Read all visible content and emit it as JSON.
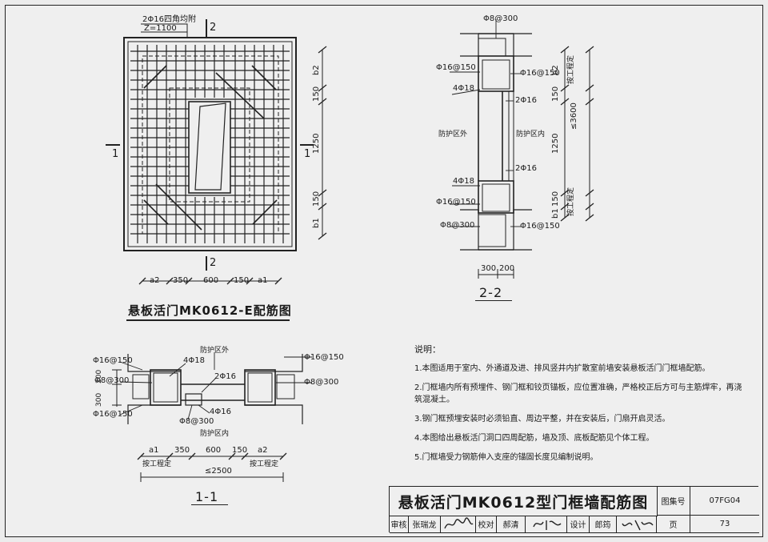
{
  "elevation": {
    "title": "悬板活门MK0612-E配筋图",
    "bar_note_1": "2Φ16四角均附",
    "bar_note_2": "Z=1100",
    "section_mark_2": "2",
    "section_mark_1": "1",
    "dims_right": [
      "b2",
      "150",
      "1250",
      "150",
      "b1"
    ],
    "dims_bottom": [
      "a2",
      "350",
      "600",
      "150",
      "a1"
    ]
  },
  "section_22": {
    "title": "2-2",
    "top_label": "Φ8@300",
    "labels_left": [
      "Φ16@150",
      "4Φ18",
      "4Φ18",
      "Φ16@150",
      "Φ8@300"
    ],
    "labels_right": [
      "Φ16@150",
      "2Φ16",
      "2Φ16",
      "Φ16@150"
    ],
    "zone_out": "防护区外",
    "zone_in": "防护区内",
    "dims_right": [
      "b2",
      "150",
      "1250",
      "150",
      "b1"
    ],
    "overall_dim": "≤3600",
    "site_note": "按工程定",
    "dims_bottom": [
      "300",
      "200"
    ]
  },
  "section_11": {
    "title": "1-1",
    "zone_out": "防护区外",
    "zone_in": "防护区内",
    "labels_left": [
      "Φ16@150",
      "Φ8@300",
      "Φ16@150"
    ],
    "labels_right": [
      "Φ16@150",
      "Φ8@300"
    ],
    "labels_mid": [
      "4Φ18",
      "2Φ16",
      "4Φ16",
      "Φ8@300"
    ],
    "dims_left_v": [
      "200",
      "300"
    ],
    "dims_bottom": [
      "a1",
      "350",
      "600",
      "150",
      "a2"
    ],
    "site_note_left": "按工程定",
    "site_note_right": "按工程定",
    "overall_dim": "≤2500"
  },
  "notes": {
    "title": "说明：",
    "items": [
      "1.本图适用于室内、外通道及进、排风竖井内扩散室前墙安装悬板活门门框墙配筋。",
      "2.门框墙内所有预埋件、钢门框和铰页锚板，应位置准确，严格校正后方可与主筋焊牢，再浇筑混凝土。",
      "3.钢门框预埋安装时必须铅直、周边平整，并在安装后，门扇开启灵活。",
      "4.本图给出悬板活门洞口四周配筋，墙及顶、底板配筋见个体工程。",
      "5.门框墙受力钢筋伸入支座的锚固长度见编制说明。"
    ]
  },
  "title_block": {
    "title": "悬板活门MK0612型门框墙配筋图",
    "atlas_label": "图集号",
    "atlas_no": "07FG04",
    "page_label": "页",
    "page_no": "73",
    "review_label": "审核",
    "review_name": "张瑞龙",
    "check_label": "校对",
    "check_name": "郝清",
    "design_label": "设计",
    "design_name": "郎筠"
  }
}
